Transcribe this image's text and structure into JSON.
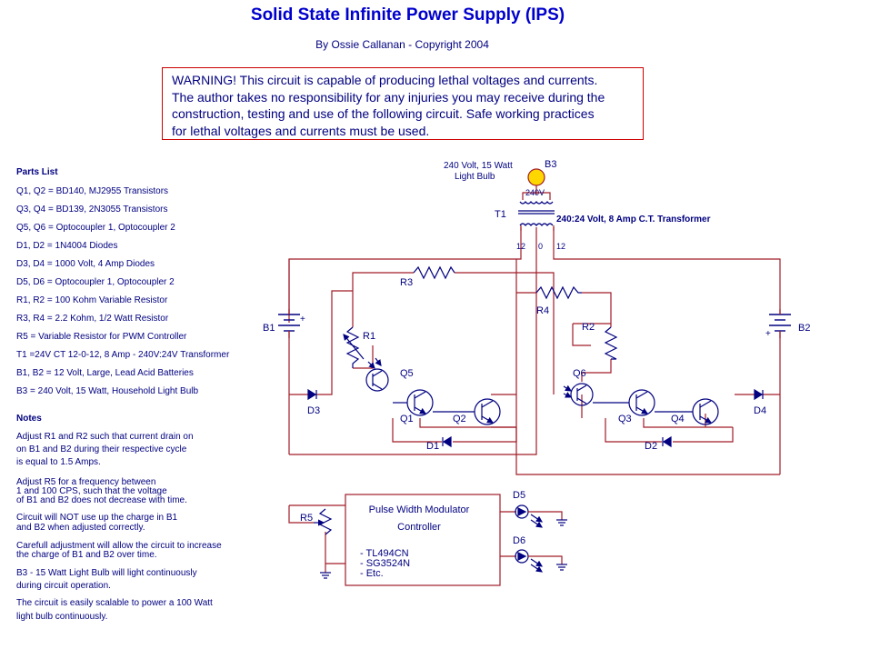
{
  "title": "Solid State Infinite Power Supply (IPS)",
  "author": "By Ossie Callanan - Copyright 2004",
  "warning": [
    "WARNING! This circuit is capable of producing lethal voltages and currents.",
    "The author takes no responsibility for any injuries you may receive during the",
    "construction, testing and use of the following circuit. Safe working practices",
    "for lethal voltages and currents must be used."
  ],
  "parts_heading": "Parts List",
  "parts": [
    "Q1, Q2 = BD140, MJ2955 Transistors",
    "Q3, Q4 = BD139, 2N3055 Transistors",
    "Q5, Q6 = Optocoupler 1, Optocoupler 2",
    "D1, D2 = 1N4004 Diodes",
    "D3, D4 = 1000 Volt, 4 Amp Diodes",
    "D5, D6 = Optocoupler 1, Optocoupler 2",
    "R1, R2 = 100 Kohm Variable Resistor",
    "R3, R4 = 2.2 Kohm, 1/2 Watt Resistor",
    "R5 = Variable Resistor for PWM Controller",
    "T1 =24V CT 12-0-12, 8 Amp - 240V:24V Transformer",
    "B1, B2 = 12 Volt, Large, Lead Acid Batteries",
    "B3 = 240 Volt, 15 Watt, Household Light Bulb"
  ],
  "notes_heading": "Notes",
  "notes": [
    [
      "Adjust R1 and R2 such that current drain on",
      "on B1 and B2 during their respective cycle",
      "is equal to 1.5 Amps."
    ],
    [
      "Adjust R5 for a frequency between",
      "1 and 100 CPS, such that the voltage",
      "of B1 and B2 does not decrease with time."
    ],
    [
      "Circuit will NOT use up the charge in B1",
      "and B2 when adjusted correctly."
    ],
    [
      "Carefull adjustment will allow the circuit to increase",
      "the charge of B1 and B2 over time."
    ],
    [
      "B3 - 15 Watt Light Bulb will light continuously",
      "during circuit operation."
    ],
    [
      "The circuit is easily scalable to power a 100 Watt",
      "light bulb continuously."
    ]
  ],
  "labels": {
    "bulb_desc_1": "240 Volt, 15 Watt",
    "bulb_desc_2": "Light Bulb",
    "b3": "B3",
    "v240": "240V",
    "t1": "T1",
    "transformer_desc": "240:24 Volt, 8 Amp C.T. Transformer",
    "tap_left": "12",
    "tap_center": "0",
    "tap_right": "12",
    "r3": "R3",
    "r4": "R4",
    "r1": "R1",
    "r2": "R2",
    "r5": "R5",
    "b1": "B1",
    "b2": "B2",
    "plus": "+",
    "q1": "Q1",
    "q2": "Q2",
    "q3": "Q3",
    "q4": "Q4",
    "q5": "Q5",
    "q6": "Q6",
    "d1": "D1",
    "d2": "D2",
    "d3": "D3",
    "d4": "D4",
    "d5": "D5",
    "d6": "D6"
  },
  "pwm": {
    "title_1": "Pulse Width Modulator",
    "title_2": "Controller",
    "chips": [
      "- TL494CN",
      "- SG3524N",
      "- Etc."
    ]
  },
  "colors": {
    "wire": "#a01c28",
    "component": "#000080",
    "text": "#000080",
    "title": "#0000cc",
    "bulb": "#ffd700",
    "warning_border": "#cc0000"
  }
}
